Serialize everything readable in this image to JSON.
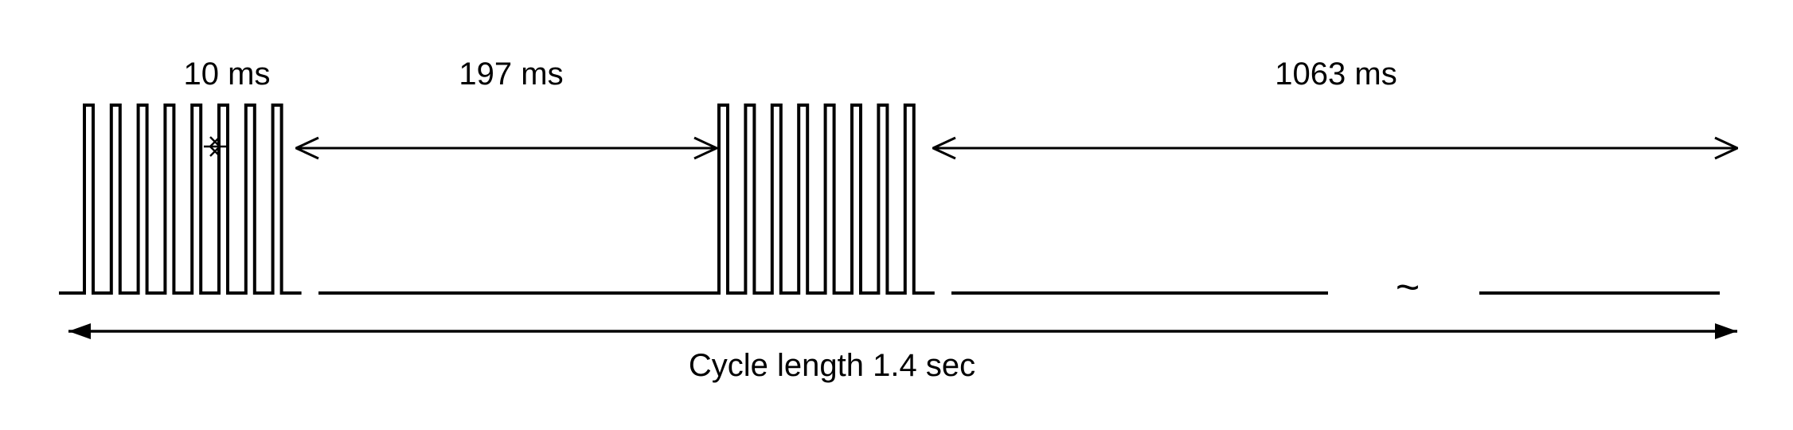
{
  "labels": {
    "pulse_width": "10 ms",
    "gap_short": "197 ms",
    "gap_long": "1063 ms",
    "cycle": "Cycle length 1.4 sec",
    "break_symbol": "~"
  },
  "waveform": {
    "pulses_per_burst": 8,
    "bursts": 2
  },
  "colors": {
    "line": "#000000",
    "background": "#ffffff"
  }
}
